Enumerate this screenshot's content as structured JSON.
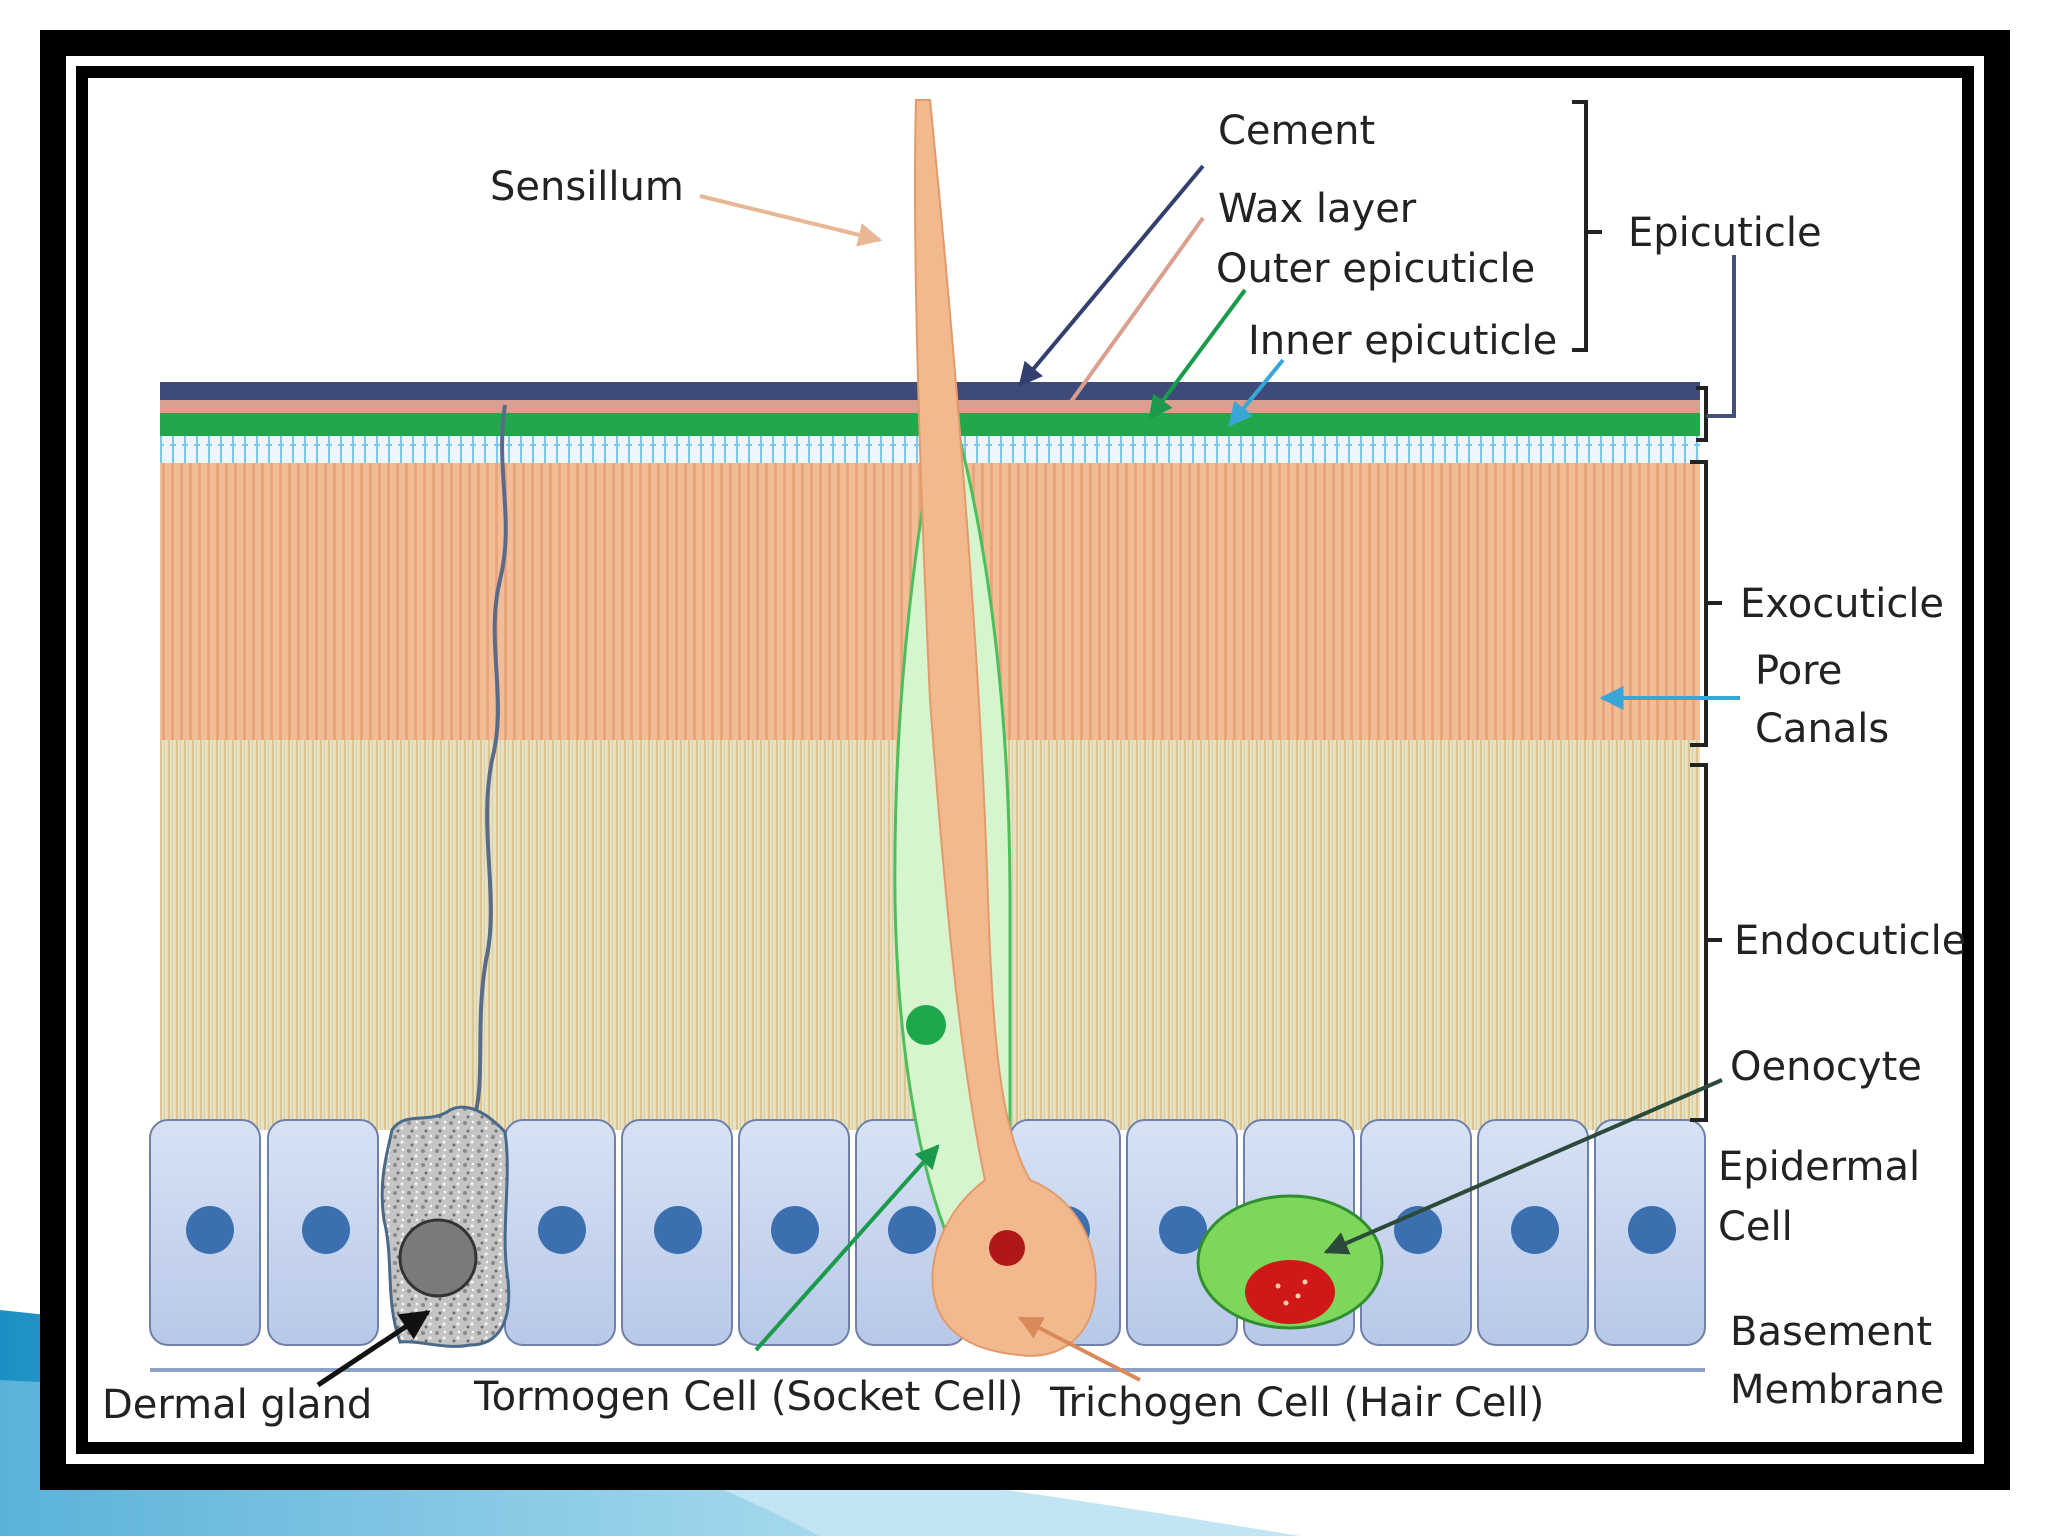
{
  "labels": {
    "sensillum": "Sensillum",
    "cement": "Cement",
    "wax_layer": "Wax layer",
    "outer_epicuticle": "Outer epicuticle",
    "inner_epicuticle": "Inner epicuticle",
    "epicuticle": "Epicuticle",
    "exocuticle": "Exocuticle",
    "pore_canals_line1": "Pore",
    "pore_canals_line2": "Canals",
    "endocuticle": "Endocuticle",
    "oenocyte": "Oenocyte",
    "epidermal_cell_line1": "Epidermal",
    "epidermal_cell_line2": "Cell",
    "basement_membrane_line1": "Basement",
    "basement_membrane_line2": "Membrane",
    "dermal_gland": "Dermal gland",
    "tormogen_cell": "Tormogen Cell (Socket Cell)",
    "trichogen_cell": "Trichogen Cell (Hair Cell)"
  },
  "colors": {
    "cement": "#3d4a7a",
    "wax": "#d9a090",
    "outer_epicuticle": "#22a84a",
    "inner_epicuticle": "#7cc8e8",
    "exocuticle": "#f2bc96",
    "endocuticle": "#e9dcb2",
    "epidermal_cell": "#cdd9ef",
    "nucleus": "#3c6fb0",
    "sensillum": "#f2b98f",
    "tormogen": "#d6f5cf",
    "oenocyte": "#7ed65a",
    "oenocyte_core": "#d01818"
  }
}
